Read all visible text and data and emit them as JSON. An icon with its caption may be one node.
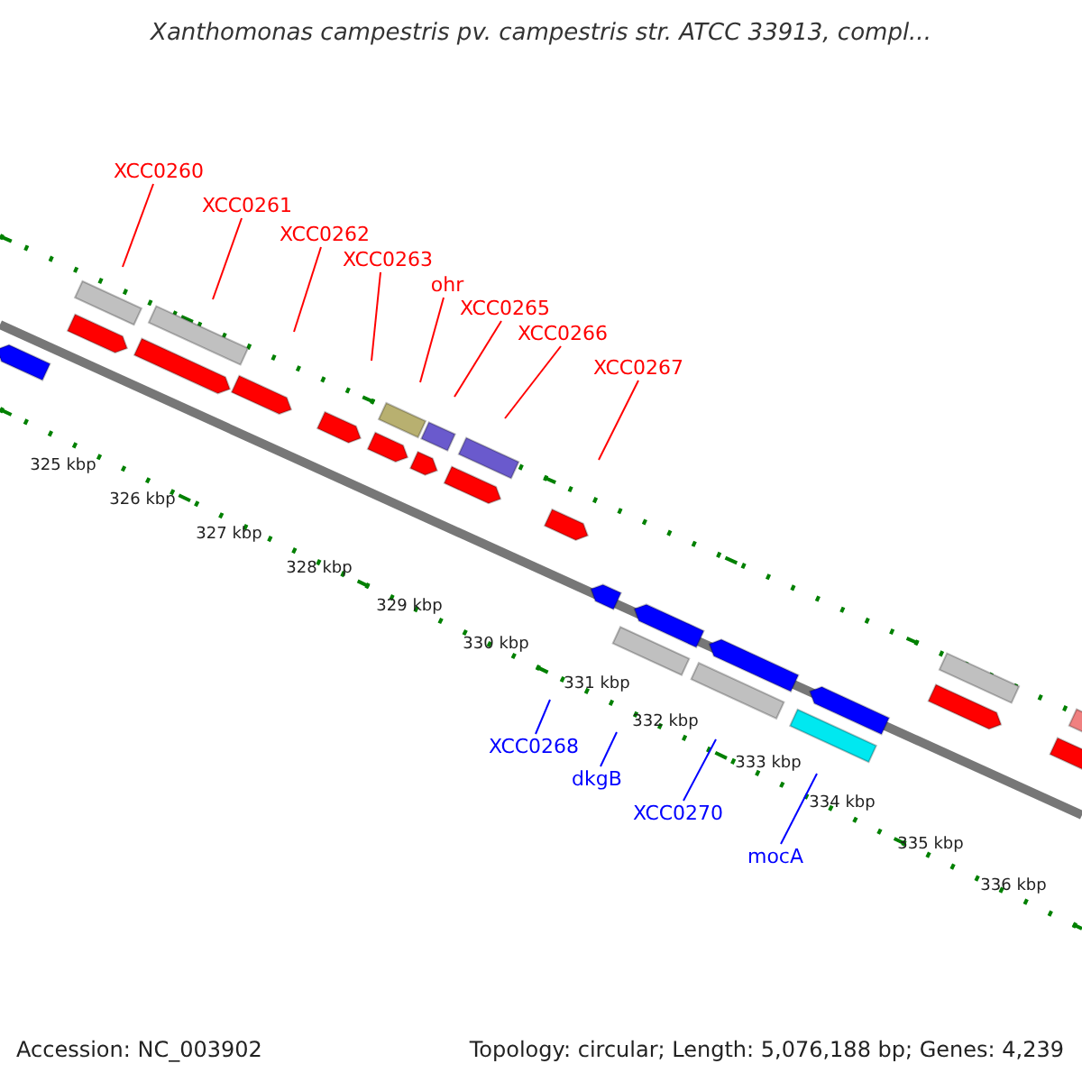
{
  "diagram": {
    "title": "Xanthomonas campestris pv. campestris str. ATCC 33913, compl...",
    "nodes": [
      {
        "text": [
          "XCC0260"
        ]
      },
      {
        "text": [
          "XCC0261"
        ]
      },
      {
        "text": [
          "XCC0262"
        ]
      },
      {
        "text": [
          "XCC0263"
        ]
      },
      {
        "text": [
          "ohr"
        ]
      },
      {
        "text": [
          "XCC0265"
        ]
      },
      {
        "text": [
          "XCC0266"
        ]
      },
      {
        "text": [
          "XCC0267"
        ]
      },
      {
        "text": [
          "XCC0268"
        ]
      },
      {
        "text": [
          "dkgB"
        ]
      },
      {
        "text": [
          "XCC0270"
        ]
      },
      {
        "text": [
          "mocA"
        ]
      }
    ],
    "edges": [
      {
        "from": 0,
        "to": null,
        "arrow": "none"
      },
      {
        "from": 1,
        "to": null,
        "arrow": "none"
      },
      {
        "from": 2,
        "to": null,
        "arrow": "none"
      },
      {
        "from": 3,
        "to": null,
        "arrow": "none"
      },
      {
        "from": 4,
        "to": null,
        "arrow": "none"
      },
      {
        "from": 5,
        "to": null,
        "arrow": "none"
      },
      {
        "from": 6,
        "to": null,
        "arrow": "none"
      },
      {
        "from": 7,
        "to": null,
        "arrow": "none"
      },
      {
        "from": 8,
        "to": null,
        "arrow": "none",
        "color": "#0000ff"
      },
      {
        "from": 9,
        "to": null,
        "arrow": "none",
        "color": "#0000ff"
      },
      {
        "from": 10,
        "to": null,
        "arrow": "none",
        "color": "#0000ff"
      },
      {
        "from": 11,
        "to": null,
        "arrow": "none",
        "color": "#0000ff"
      }
    ],
    "labels": [
      "325 kbp",
      "326 kbp",
      "327 kbp",
      "328 kbp",
      "329 kbp",
      "330 kbp",
      "331 kbp",
      "332 kbp",
      "333 kbp",
      "334 kbp",
      "335 kbp",
      "336 kbp",
      "Accession: NC_003902",
      "Topology: circular; Length: 5,076,188 bp; Genes: 4,239"
    ]
  }
}
